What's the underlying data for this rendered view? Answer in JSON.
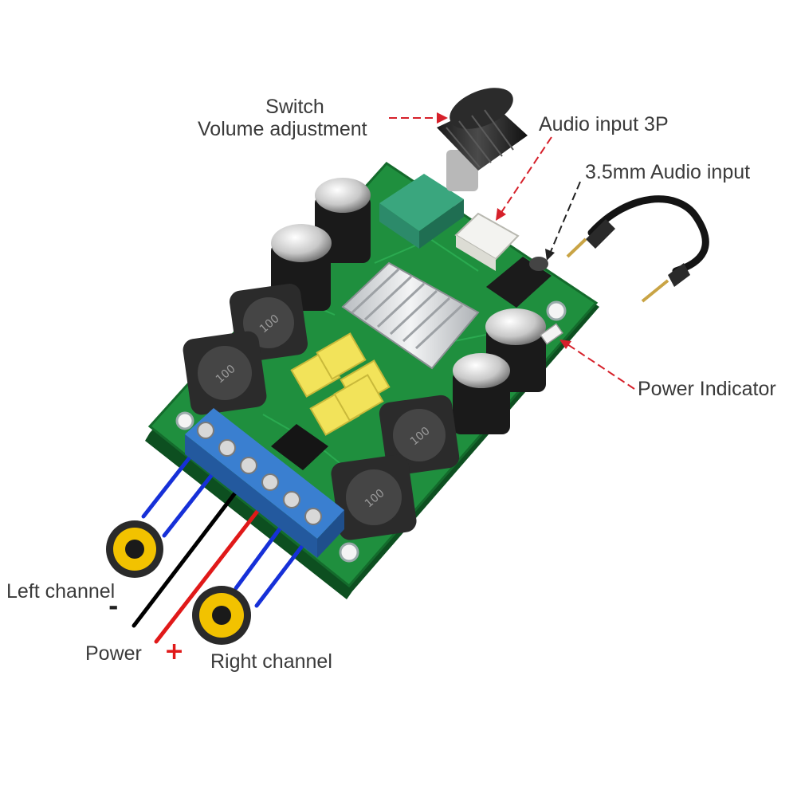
{
  "labels": {
    "switch": "Switch",
    "volume": "Volume adjustment",
    "audio_3p": "Audio input 3P",
    "audio_35": "3.5mm Audio input",
    "power_indicator": "Power Indicator",
    "left_channel": "Left channel",
    "right_channel": "Right channel",
    "power": "Power",
    "minus": "-",
    "plus": "+"
  },
  "parts": {
    "inductor_marking": "100"
  },
  "colors": {
    "pcb": "#1f8f3e",
    "pcb_dark": "#146b2c",
    "terminal": "#2f6fc1",
    "wire_blue": "#1630d8",
    "wire_black": "#000000",
    "wire_red": "#e01919",
    "arrow_red": "#d6202a",
    "arrow_dark": "#222222",
    "speaker_yellow": "#f2c200",
    "capacitor_yellow": "#f2e35a",
    "heatsink": "#d9dcdf",
    "potentiometer": "#2c8a6a",
    "text": "#3a3a3a",
    "plus_red": "#e01919"
  }
}
